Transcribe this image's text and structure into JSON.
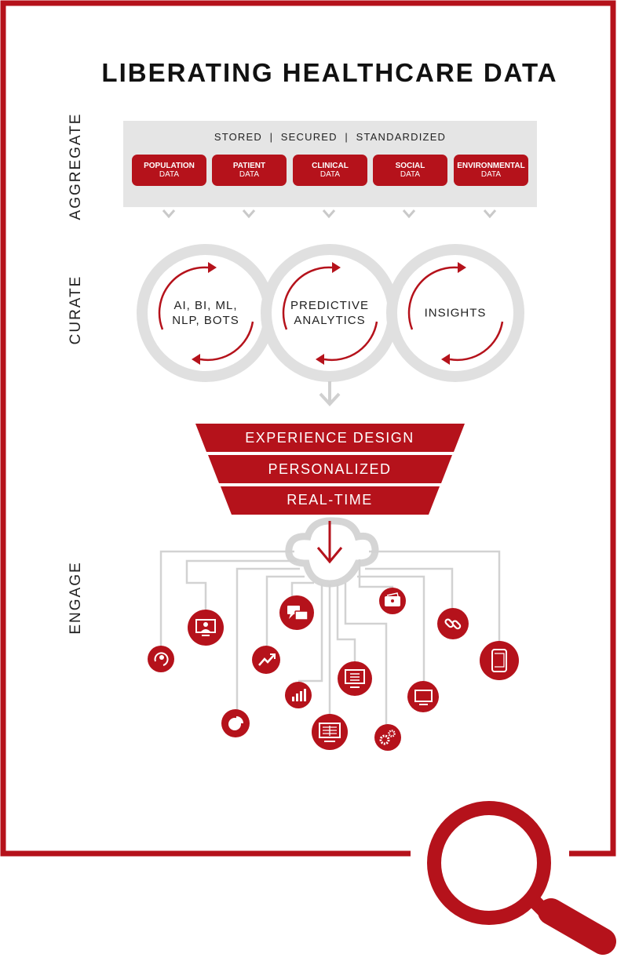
{
  "title": "LIBERATING HEALTHCARE DATA",
  "sections": {
    "aggregate": "AGGREGATE",
    "curate": "CURATE",
    "engage": "ENGAGE"
  },
  "aggregate": {
    "header": "STORED  |  SECURED  |  STANDARDIZED",
    "sources": [
      {
        "title": "POPULATION",
        "sub": "DATA"
      },
      {
        "title": "PATIENT",
        "sub": "DATA"
      },
      {
        "title": "CLINICAL",
        "sub": "DATA"
      },
      {
        "title": "SOCIAL",
        "sub": "DATA"
      },
      {
        "title": "ENVIRONMENTAL",
        "sub": "DATA"
      }
    ]
  },
  "curate": {
    "rings": [
      {
        "line1": "AI, BI, ML,",
        "line2": "NLP, BOTS"
      },
      {
        "line1": "PREDICTIVE",
        "line2": "ANALYTICS"
      },
      {
        "line1": "INSIGHTS",
        "line2": ""
      }
    ]
  },
  "funnel": {
    "levels": [
      "EXPERIENCE DESIGN",
      "PERSONALIZED",
      "REAL-TIME"
    ]
  },
  "engage": {
    "icons": [
      "refresh-user-icon",
      "monitor-user-icon",
      "pie-chart-icon",
      "trend-up-icon",
      "chat-bubbles-icon",
      "bar-chart-icon",
      "monitor-icon",
      "monitor-grid-icon",
      "wallet-icon",
      "gears-icon",
      "desktop-icon",
      "link-icon",
      "mobile-phone-icon"
    ]
  },
  "colors": {
    "accent": "#b5121b",
    "gray": "#d9d9d9",
    "panel": "#e5e5e5"
  },
  "search_graphic": "magnifier-icon"
}
